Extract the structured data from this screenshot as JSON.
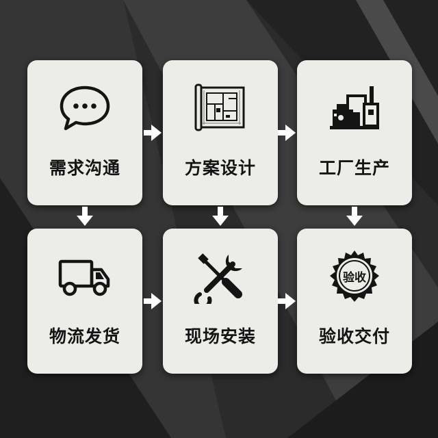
{
  "steps": [
    {
      "label": "需求沟通",
      "icon": "chat-bubble-icon"
    },
    {
      "label": "方案设计",
      "icon": "blueprint-icon"
    },
    {
      "label": "工厂生产",
      "icon": "factory-icon"
    },
    {
      "label": "物流发货",
      "icon": "truck-icon"
    },
    {
      "label": "现场安装",
      "icon": "wrench-screwdriver-icon"
    },
    {
      "label": "验收交付",
      "icon": "inspection-badge-icon"
    }
  ],
  "badge_text": "验收",
  "colors": {
    "card": "#ecece9",
    "ink": "#141414",
    "arrow": "#ffffff",
    "background": "#2a2a2a"
  }
}
